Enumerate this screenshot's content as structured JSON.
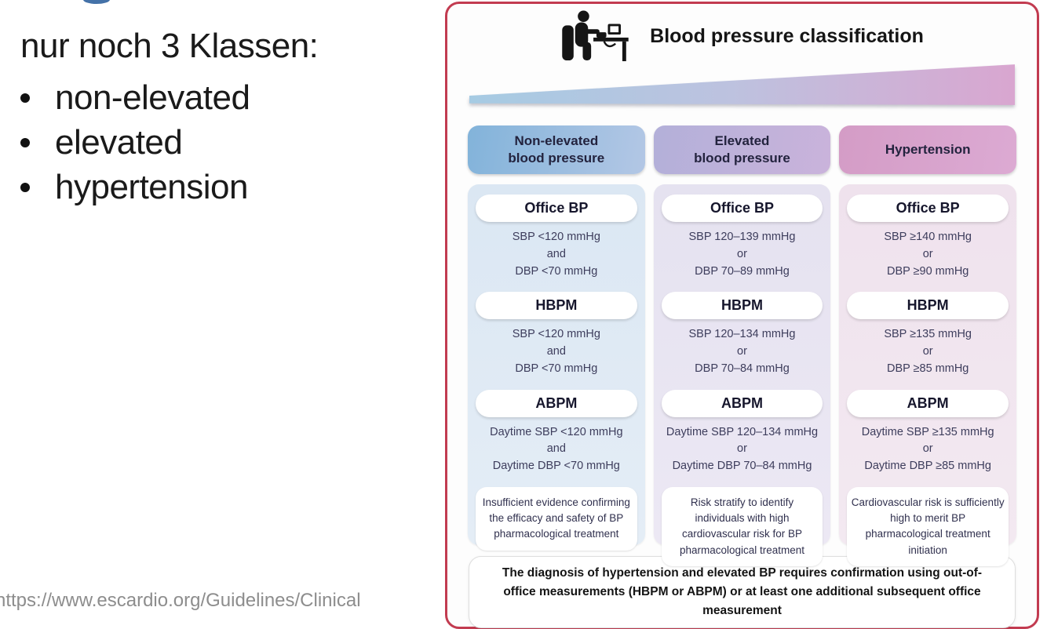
{
  "slide": {
    "title": "nur noch 3 Klassen:",
    "bullets": [
      "non-elevated",
      "elevated",
      "hypertension"
    ],
    "source_url_partial": "https://www.escardio.org/Guidelines/Clinical"
  },
  "figure": {
    "title": "Blood pressure classification",
    "icon": "bp-measurement-pictogram",
    "colors": {
      "panel_border": "#c23b50",
      "wedge_gradient": [
        "#a6cbe3",
        "#bdc2df",
        "#d9a6d0"
      ],
      "col1_header": [
        "#82b3da",
        "#b3c7e5"
      ],
      "col2_header": [
        "#b3b0d9",
        "#cab3db"
      ],
      "col3_header": [
        "#d49cc6",
        "#dcaad3"
      ],
      "col1_body": "#dbe7f3",
      "col2_body": "#e5e2f0",
      "col3_body": "#efe2ed"
    },
    "columns": [
      {
        "header_lines": [
          "Non-elevated",
          "blood pressure"
        ],
        "sections": [
          {
            "label": "Office BP",
            "lines": [
              "SBP <120 mmHg",
              "and",
              "DBP <70 mmHg"
            ]
          },
          {
            "label": "HBPM",
            "lines": [
              "SBP <120 mmHg",
              "and",
              "DBP <70 mmHg"
            ]
          },
          {
            "label": "ABPM",
            "lines": [
              "Daytime SBP <120 mmHg",
              "and",
              "Daytime DBP <70 mmHg"
            ]
          }
        ],
        "note": "Insufficient evidence confirming the efficacy and safety of BP pharmacological treatment"
      },
      {
        "header_lines": [
          "Elevated",
          "blood pressure"
        ],
        "sections": [
          {
            "label": "Office BP",
            "lines": [
              "SBP 120–139 mmHg",
              "or",
              "DBP 70–89 mmHg"
            ]
          },
          {
            "label": "HBPM",
            "lines": [
              "SBP 120–134 mmHg",
              "or",
              "DBP 70–84 mmHg"
            ]
          },
          {
            "label": "ABPM",
            "lines": [
              "Daytime SBP 120–134 mmHg",
              "or",
              "Daytime DBP 70–84 mmHg"
            ]
          }
        ],
        "note": "Risk stratify to identify individuals with high cardiovascular risk for BP pharmacological treatment"
      },
      {
        "header_lines": [
          "Hypertension"
        ],
        "sections": [
          {
            "label": "Office BP",
            "lines": [
              "SBP ≥140 mmHg",
              "or",
              "DBP ≥90 mmHg"
            ]
          },
          {
            "label": "HBPM",
            "lines": [
              "SBP ≥135 mmHg",
              "or",
              "DBP ≥85 mmHg"
            ]
          },
          {
            "label": "ABPM",
            "lines": [
              "Daytime SBP ≥135 mmHg",
              "or",
              "Daytime DBP ≥85 mmHg"
            ]
          }
        ],
        "note": "Cardiovascular risk is sufficiently high to merit BP pharmacological treatment initiation"
      }
    ],
    "footer": "The diagnosis of hypertension and elevated BP requires confirmation using out-of-office measurements  (HBPM or ABPM) or at least one additional subsequent office measurement"
  }
}
